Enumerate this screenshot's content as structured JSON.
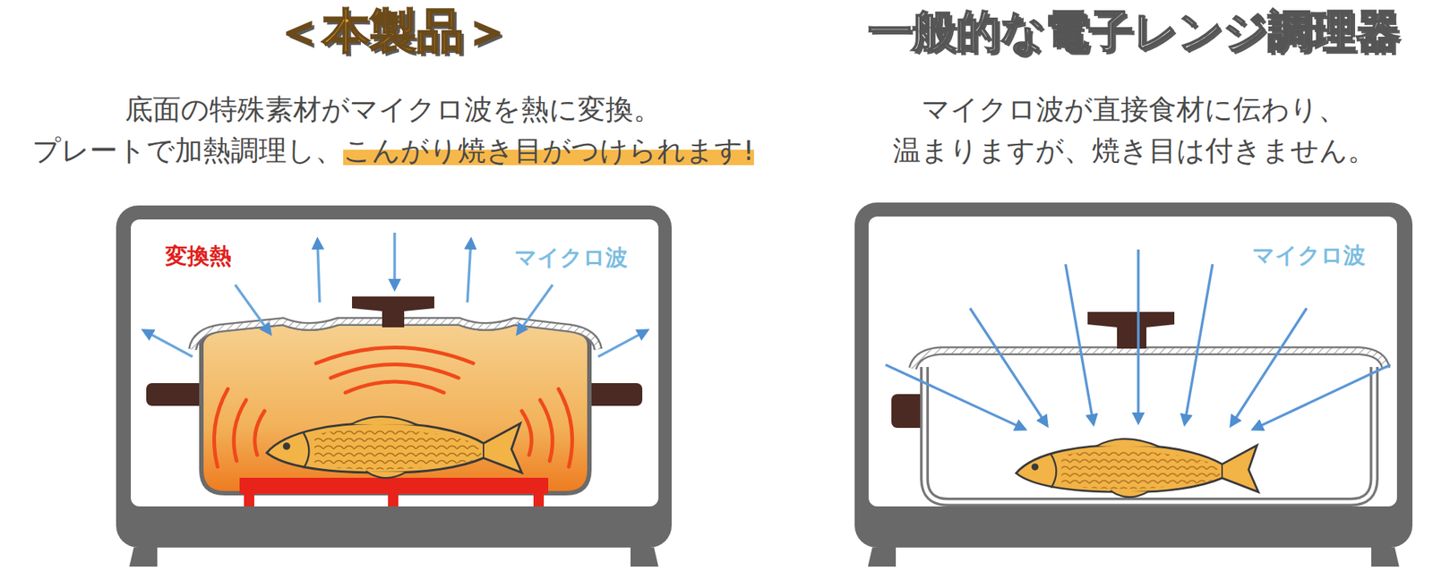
{
  "diagram": {
    "nodes": [
      {
        "text": [
          "変換熱",
          "マイクロ波"
        ]
      },
      {
        "text": [
          "マイクロ波"
        ]
      }
    ],
    "labels": [
      "＜本製品＞",
      "底面の特殊素材がマイクロ波を熱に変換。",
      "プレートで加熱調理し、",
      "こんがり焼き目がつけられます!",
      "一般的な電子レンジ調理器",
      "マイクロ波が直接食材に伝わり、",
      "温まりますが、焼き目は付きません。"
    ]
  }
}
